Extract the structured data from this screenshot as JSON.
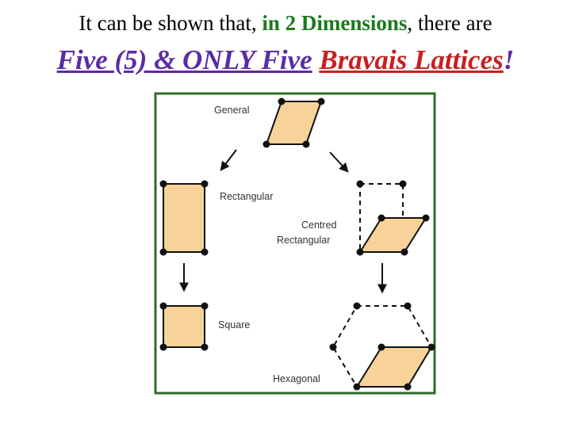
{
  "heading": {
    "pre": "It can be shown that, ",
    "highlight": "in 2 Dimensions",
    "post": ", there are"
  },
  "title": {
    "part1": "Five (5) & ONLY Five",
    "space": " ",
    "part2": "Bravais Lattices",
    "bang": "!"
  },
  "diagram": {
    "labels": {
      "general": "General",
      "rectangular": "Rectangular",
      "centred_line1": "Centred",
      "centred_line2": "Rectangular",
      "square": "Square",
      "hexagonal": "Hexagonal"
    },
    "colors": {
      "frame": "#2e6b2a",
      "fill": "#f7d39a",
      "stroke": "#111111"
    }
  }
}
